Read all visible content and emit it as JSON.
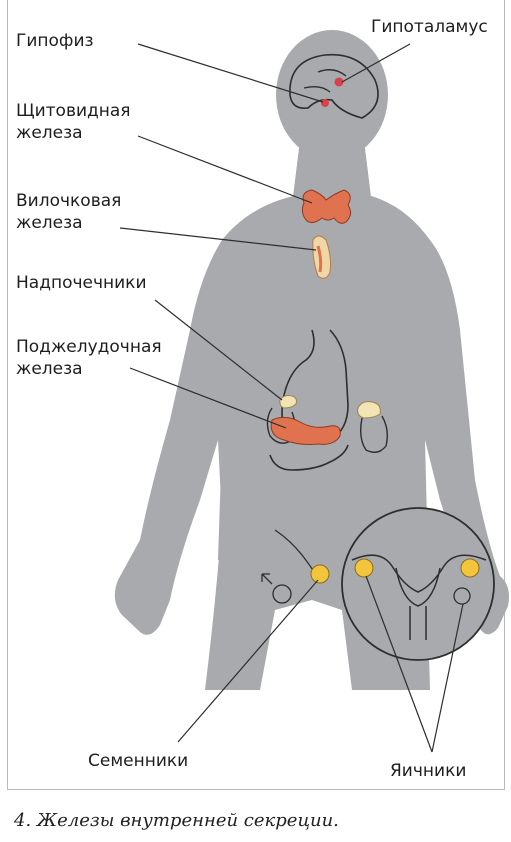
{
  "labels": {
    "pituitary": "Гипофиз",
    "hypothalamus": "Гипоталамус",
    "thyroid": [
      "Щитовидная",
      "железа"
    ],
    "thymus": [
      "Вилочковая",
      "железа"
    ],
    "adrenals": "Надпочечники",
    "pancreas": [
      "Поджелудочная",
      "железа"
    ],
    "testes": "Семенники",
    "ovaries": "Яичники"
  },
  "caption": "4. Железы внутренней секреции.",
  "colors": {
    "silhouette": "#a9aaad",
    "red_gland": "#d9404a",
    "orange_gland": "#e0724f",
    "yellow_gland": "#f3e4b4",
    "gold_gland": "#f2c53c",
    "outline": "#2e2e2e"
  }
}
